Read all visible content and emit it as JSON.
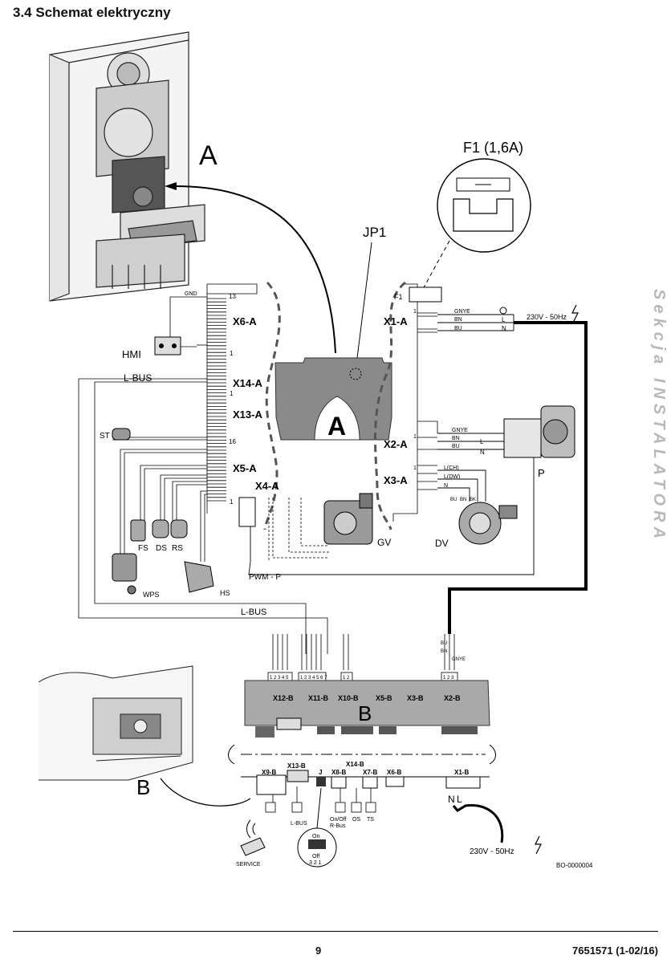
{
  "heading": "3.4  Schemat elektryczny",
  "side_label": "Sekcja INSTALATORA",
  "footer": {
    "page": "9",
    "doc": "7651571 (1-02/16)"
  },
  "ref_code": "BO-0000004",
  "labels": {
    "A_big": "A",
    "A_board": "A",
    "B_big": "B",
    "B_board": "B",
    "fuse_title": "F1 (1,6A)",
    "jp1": "JP1",
    "f1": "F1",
    "gnd": "GND",
    "n13": "13",
    "n1a": "1",
    "n1b": "1",
    "n16": "16",
    "n1c": "1",
    "n1d": "1",
    "n1e": "1",
    "n1f": "1",
    "hmi": "HMI",
    "lbus": "L-BUS",
    "lbus2": "L-BUS",
    "st": "ST",
    "fs": "FS",
    "ds": "DS",
    "rs": "RS",
    "wps": "WPS",
    "hs": "HS",
    "gv": "GV",
    "dv": "DV",
    "p": "P",
    "pwm": "PWM - P",
    "mains_top": "230V - 50Hz",
    "mains_bottom": "230V - 50Hz",
    "service": "SERVICE",
    "lbus_small": "L-BUS",
    "onoff": "On/Off",
    "rbus": "R-Bus",
    "os": "OS",
    "ts": "TS",
    "on": "On",
    "off": "Off",
    "dip": "3 2 1",
    "gnye1": "GNYE",
    "bn1": "BN",
    "bu1": "BU",
    "L": "L",
    "N": "N",
    "gnye2": "GNYE",
    "bn2": "BN",
    "bu2": "BU",
    "L2": "L",
    "N2": "N",
    "lch": "L(CH)",
    "ldw": "L(DW)",
    "n3": "N",
    "bu3": "BU",
    "bn3": "BN",
    "bk3": "BK",
    "bu4": "BU",
    "bn4": "BN",
    "gnye4": "GNYE",
    "nL": "N",
    "lL": "L"
  },
  "connectors_A": [
    "X6-A",
    "X14-A",
    "X13-A",
    "X5-A",
    "X4-A",
    "X1-A",
    "X2-A",
    "X3-A"
  ],
  "connectors_B": [
    "X12-B",
    "X11-B",
    "X10-B",
    "X5-B",
    "X3-B",
    "X2-B"
  ],
  "connectors_B_lower": [
    "X9-B",
    "X13-B",
    "J",
    "X8-B",
    "X14-B",
    "X7-B",
    "X6-B",
    "X1-B"
  ],
  "pin_groups": [
    "1 2 3 4 5",
    "1 2 3 4 5 6 7",
    "1 2",
    "1 2 3"
  ],
  "colors": {
    "wire": "#000000",
    "device": "#6a6a6a",
    "board": "#8a8a8a",
    "panel": "#a9a9a9"
  }
}
